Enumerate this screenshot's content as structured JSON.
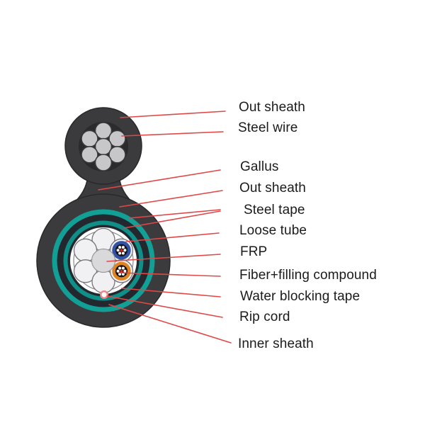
{
  "diagram": {
    "labels": [
      {
        "id": "out-sheath-top",
        "text": "Out sheath"
      },
      {
        "id": "steel-wire",
        "text": "Steel wire"
      },
      {
        "id": "gallus",
        "text": "Gallus"
      },
      {
        "id": "out-sheath-main",
        "text": "Out sheath"
      },
      {
        "id": "steel-tape",
        "text": "Steel tape"
      },
      {
        "id": "loose-tube",
        "text": "Loose tube"
      },
      {
        "id": "frp",
        "text": "FRP"
      },
      {
        "id": "fiber-filling",
        "text": "Fiber+filling compound"
      },
      {
        "id": "water-blocking",
        "text": "Water blocking tape"
      },
      {
        "id": "rip-cord",
        "text": "Rip cord"
      },
      {
        "id": "inner-sheath",
        "text": "Inner sheath"
      }
    ]
  },
  "colors": {
    "background": "#ffffff",
    "sheath": "#3b3b3d",
    "sheath_edge": "#29292b",
    "sheath_core": "#2b2b2d",
    "steel_wire_fill": "#c7c7c9",
    "steel_tape_teal_outer": "#12a096",
    "steel_tape_teal_inner": "#0f8f87",
    "gap_dark": "#23282e",
    "water_tape_white": "#ffffff",
    "core_white": "#fcfcfc",
    "loose_tube_fill": "#f1f1f3",
    "frp_fill": "#d9d9db",
    "fiber_tube_blue": "#3252a4",
    "fiber_tube_orange": "#df8322",
    "tube_interior_black": "#151517",
    "fiber_dot_white": "#ffffff",
    "fiber_dot_red": "#cc2a2a",
    "rip_cord_ring": "#ec8484",
    "leader_line": "#e04848",
    "label_text": "#1b1b1b"
  }
}
